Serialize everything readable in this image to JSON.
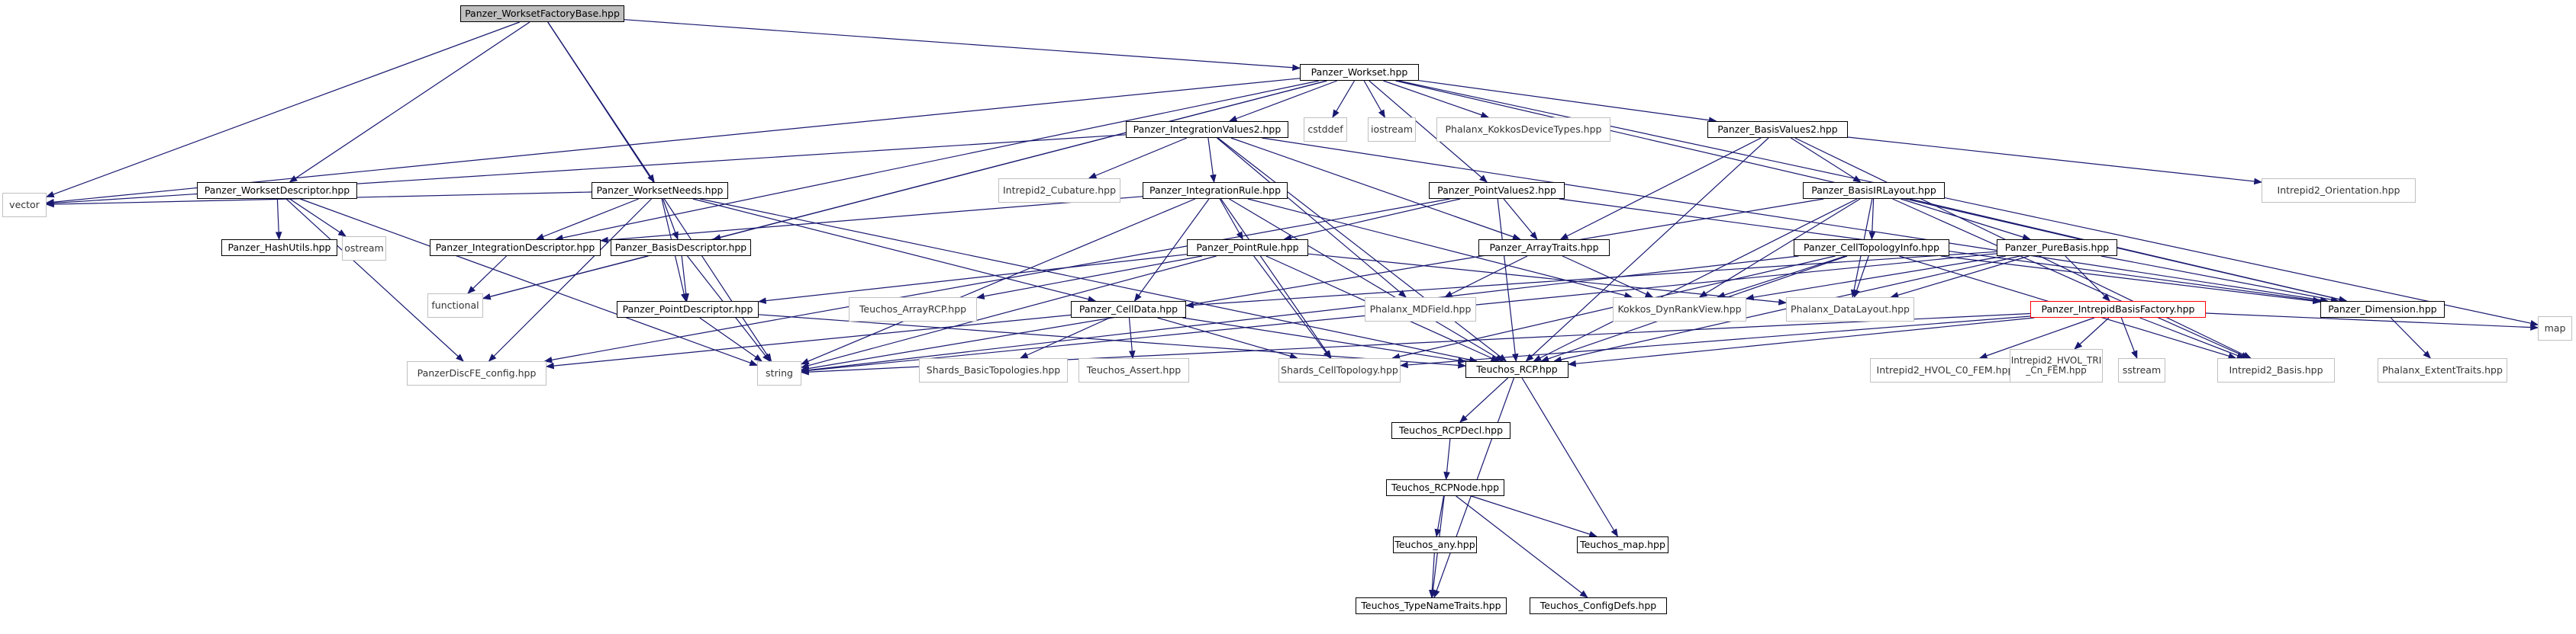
{
  "graph": {
    "nodes": [
      {
        "id": "factory",
        "label": "Panzer_WorksetFactoryBase.hpp",
        "style": "root"
      },
      {
        "id": "workset",
        "label": "Panzer_Workset.hpp",
        "style": "normal"
      },
      {
        "id": "intvals",
        "label": "Panzer_IntegrationValues2.hpp",
        "style": "normal"
      },
      {
        "id": "cstddef",
        "label": "cstddef",
        "style": "external"
      },
      {
        "id": "iostream",
        "label": "iostream",
        "style": "external"
      },
      {
        "id": "kokkosdev",
        "label": "Phalanx_KokkosDeviceTypes.hpp",
        "style": "external"
      },
      {
        "id": "basisvals",
        "label": "Panzer_BasisValues2.hpp",
        "style": "normal"
      },
      {
        "id": "intrcub",
        "label": "Intrepid2_Cubature.hpp",
        "style": "external"
      },
      {
        "id": "intrule",
        "label": "Panzer_IntegrationRule.hpp",
        "style": "normal"
      },
      {
        "id": "ptvals",
        "label": "Panzer_PointValues2.hpp",
        "style": "normal"
      },
      {
        "id": "basisir",
        "label": "Panzer_BasisIRLayout.hpp",
        "style": "normal"
      },
      {
        "id": "introri",
        "label": "Intrepid2_Orientation.hpp",
        "style": "external"
      },
      {
        "id": "wsdesc",
        "label": "Panzer_WorksetDescriptor.hpp",
        "style": "normal"
      },
      {
        "id": "wsneeds",
        "label": "Panzer_WorksetNeeds.hpp",
        "style": "normal"
      },
      {
        "id": "vector",
        "label": "vector",
        "style": "external"
      },
      {
        "id": "hashutils",
        "label": "Panzer_HashUtils.hpp",
        "style": "normal"
      },
      {
        "id": "ostream",
        "label": "ostream",
        "style": "external"
      },
      {
        "id": "intdesc",
        "label": "Panzer_IntegrationDescriptor.hpp",
        "style": "normal"
      },
      {
        "id": "basisdesc",
        "label": "Panzer_BasisDescriptor.hpp",
        "style": "normal"
      },
      {
        "id": "arraytraits",
        "label": "Panzer_ArrayTraits.hpp",
        "style": "normal"
      },
      {
        "id": "ptrule",
        "label": "Panzer_PointRule.hpp",
        "style": "normal"
      },
      {
        "id": "celltopo",
        "label": "Panzer_CellTopologyInfo.hpp",
        "style": "normal"
      },
      {
        "id": "purebasis",
        "label": "Panzer_PureBasis.hpp",
        "style": "normal"
      },
      {
        "id": "functional",
        "label": "functional",
        "style": "external"
      },
      {
        "id": "arrayrcp",
        "label": "Teuchos_ArrayRCP.hpp",
        "style": "external"
      },
      {
        "id": "celldata",
        "label": "Panzer_CellData.hpp",
        "style": "normal"
      },
      {
        "id": "mdfield",
        "label": "Phalanx_MDField.hpp",
        "style": "external"
      },
      {
        "id": "dynrank",
        "label": "Kokkos_DynRankView.hpp",
        "style": "external"
      },
      {
        "id": "datalayout",
        "label": "Phalanx_DataLayout.hpp",
        "style": "external"
      },
      {
        "id": "intrfactory",
        "label": "Panzer_IntrepidBasisFactory.hpp",
        "style": "flagged"
      },
      {
        "id": "dimension",
        "label": "Panzer_Dimension.hpp",
        "style": "normal"
      },
      {
        "id": "map",
        "label": "map",
        "style": "external"
      },
      {
        "id": "ptdesc",
        "label": "Panzer_PointDescriptor.hpp",
        "style": "normal"
      },
      {
        "id": "discfe",
        "label": "PanzerDiscFE_config.hpp",
        "style": "external"
      },
      {
        "id": "string",
        "label": "string",
        "style": "external"
      },
      {
        "id": "shardsbasic",
        "label": "Shards_BasicTopologies.hpp",
        "style": "external"
      },
      {
        "id": "teuchosassert",
        "label": "Teuchos_Assert.hpp",
        "style": "external"
      },
      {
        "id": "shardscell",
        "label": "Shards_CellTopology.hpp",
        "style": "external"
      },
      {
        "id": "rcp",
        "label": "Teuchos_RCP.hpp",
        "style": "normal"
      },
      {
        "id": "hvolco",
        "label": "Intrepid2_HVOL_C0_FEM.hpp",
        "style": "external"
      },
      {
        "id": "hvoltri",
        "label": "Intrepid2_HVOL_TRI\n_Cn_FEM.hpp",
        "style": "external"
      },
      {
        "id": "sstream",
        "label": "sstream",
        "style": "external"
      },
      {
        "id": "intrbasis",
        "label": "Intrepid2_Basis.hpp",
        "style": "external"
      },
      {
        "id": "extent",
        "label": "Phalanx_ExtentTraits.hpp",
        "style": "external"
      },
      {
        "id": "rcpdecl",
        "label": "Teuchos_RCPDecl.hpp",
        "style": "normal"
      },
      {
        "id": "rcpnode",
        "label": "Teuchos_RCPNode.hpp",
        "style": "normal"
      },
      {
        "id": "any",
        "label": "Teuchos_any.hpp",
        "style": "normal"
      },
      {
        "id": "tmap",
        "label": "Teuchos_map.hpp",
        "style": "normal"
      },
      {
        "id": "typename",
        "label": "Teuchos_TypeNameTraits.hpp",
        "style": "normal"
      },
      {
        "id": "configdefs",
        "label": "Teuchos_ConfigDefs.hpp",
        "style": "normal"
      }
    ],
    "edges": [
      [
        "factory",
        "workset"
      ],
      [
        "factory",
        "wsdesc"
      ],
      [
        "factory",
        "wsneeds"
      ],
      [
        "factory",
        "vector"
      ],
      [
        "factory",
        "string"
      ],
      [
        "workset",
        "intvals"
      ],
      [
        "workset",
        "cstddef"
      ],
      [
        "workset",
        "iostream"
      ],
      [
        "workset",
        "kokkosdev"
      ],
      [
        "workset",
        "basisvals"
      ],
      [
        "workset",
        "ptvals"
      ],
      [
        "workset",
        "vector"
      ],
      [
        "workset",
        "map"
      ],
      [
        "workset",
        "functional"
      ],
      [
        "workset",
        "basisdesc"
      ],
      [
        "workset",
        "intdesc"
      ],
      [
        "workset",
        "dimension"
      ],
      [
        "intvals",
        "intrcub"
      ],
      [
        "intvals",
        "intrule"
      ],
      [
        "intvals",
        "arraytraits"
      ],
      [
        "intvals",
        "rcp"
      ],
      [
        "intvals",
        "mdfield"
      ],
      [
        "intvals",
        "dimension"
      ],
      [
        "intvals",
        "vector"
      ],
      [
        "basisvals",
        "basisir"
      ],
      [
        "basisvals",
        "introri"
      ],
      [
        "basisvals",
        "arraytraits"
      ],
      [
        "basisvals",
        "rcp"
      ],
      [
        "basisvals",
        "intrbasis"
      ],
      [
        "intrule",
        "ptrule"
      ],
      [
        "intrule",
        "celldata"
      ],
      [
        "intrule",
        "shardscell"
      ],
      [
        "intrule",
        "rcp"
      ],
      [
        "intrule",
        "string"
      ],
      [
        "intrule",
        "intdesc"
      ],
      [
        "intrule",
        "dynrank"
      ],
      [
        "ptvals",
        "ptrule"
      ],
      [
        "ptvals",
        "arraytraits"
      ],
      [
        "ptvals",
        "rcp"
      ],
      [
        "ptvals",
        "dimension"
      ],
      [
        "ptvals",
        "discfe"
      ],
      [
        "basisir",
        "celltopo"
      ],
      [
        "basisir",
        "purebasis"
      ],
      [
        "basisir",
        "dimension"
      ],
      [
        "basisir",
        "rcp"
      ],
      [
        "basisir",
        "dynrank"
      ],
      [
        "basisir",
        "datalayout"
      ],
      [
        "basisir",
        "string"
      ],
      [
        "basisir",
        "intrbasis"
      ],
      [
        "wsdesc",
        "hashutils"
      ],
      [
        "wsdesc",
        "ostream"
      ],
      [
        "wsdesc",
        "discfe"
      ],
      [
        "wsdesc",
        "string"
      ],
      [
        "wsneeds",
        "vector"
      ],
      [
        "wsneeds",
        "intdesc"
      ],
      [
        "wsneeds",
        "basisdesc"
      ],
      [
        "wsneeds",
        "ptdesc"
      ],
      [
        "wsneeds",
        "discfe"
      ],
      [
        "wsneeds",
        "celldata"
      ],
      [
        "wsneeds",
        "rcp"
      ],
      [
        "basisdesc",
        "functional"
      ],
      [
        "basisdesc",
        "ptdesc"
      ],
      [
        "basisdesc",
        "string"
      ],
      [
        "intdesc",
        "functional"
      ],
      [
        "arraytraits",
        "mdfield"
      ],
      [
        "arraytraits",
        "dynrank"
      ],
      [
        "ptrule",
        "ptdesc"
      ],
      [
        "ptrule",
        "shardscell"
      ],
      [
        "ptrule",
        "rcp"
      ],
      [
        "ptrule",
        "string"
      ],
      [
        "ptrule",
        "arrayrcp"
      ],
      [
        "ptrule",
        "datalayout"
      ],
      [
        "celltopo",
        "datalayout"
      ],
      [
        "celltopo",
        "dynrank"
      ],
      [
        "celltopo",
        "shardscell"
      ],
      [
        "celltopo",
        "rcp"
      ],
      [
        "celltopo",
        "intrbasis"
      ],
      [
        "celltopo",
        "string"
      ],
      [
        "celltopo",
        "dimension"
      ],
      [
        "purebasis",
        "intrfactory"
      ],
      [
        "purebasis",
        "dynrank"
      ],
      [
        "purebasis",
        "datalayout"
      ],
      [
        "purebasis",
        "celldata"
      ],
      [
        "purebasis",
        "rcp"
      ],
      [
        "purebasis",
        "string"
      ],
      [
        "purebasis",
        "dimension"
      ],
      [
        "celldata",
        "shardsbasic"
      ],
      [
        "celldata",
        "teuchosassert"
      ],
      [
        "celldata",
        "shardscell"
      ],
      [
        "celldata",
        "rcp"
      ],
      [
        "celldata",
        "discfe"
      ],
      [
        "intrfactory",
        "hvolco"
      ],
      [
        "intrfactory",
        "hvoltri"
      ],
      [
        "intrfactory",
        "sstream"
      ],
      [
        "intrfactory",
        "intrbasis"
      ],
      [
        "intrfactory",
        "rcp"
      ],
      [
        "intrfactory",
        "string"
      ],
      [
        "intrfactory",
        "map"
      ],
      [
        "intrfactory",
        "shardscell"
      ],
      [
        "dimension",
        "extent"
      ],
      [
        "ptdesc",
        "string"
      ],
      [
        "ptdesc",
        "rcp"
      ],
      [
        "rcp",
        "rcpdecl"
      ],
      [
        "rcp",
        "typename"
      ],
      [
        "rcp",
        "tmap"
      ],
      [
        "rcpdecl",
        "rcpnode"
      ],
      [
        "rcpnode",
        "any"
      ],
      [
        "rcpnode",
        "tmap"
      ],
      [
        "rcpnode",
        "typename"
      ],
      [
        "rcpnode",
        "configdefs"
      ],
      [
        "any",
        "typename"
      ]
    ]
  }
}
